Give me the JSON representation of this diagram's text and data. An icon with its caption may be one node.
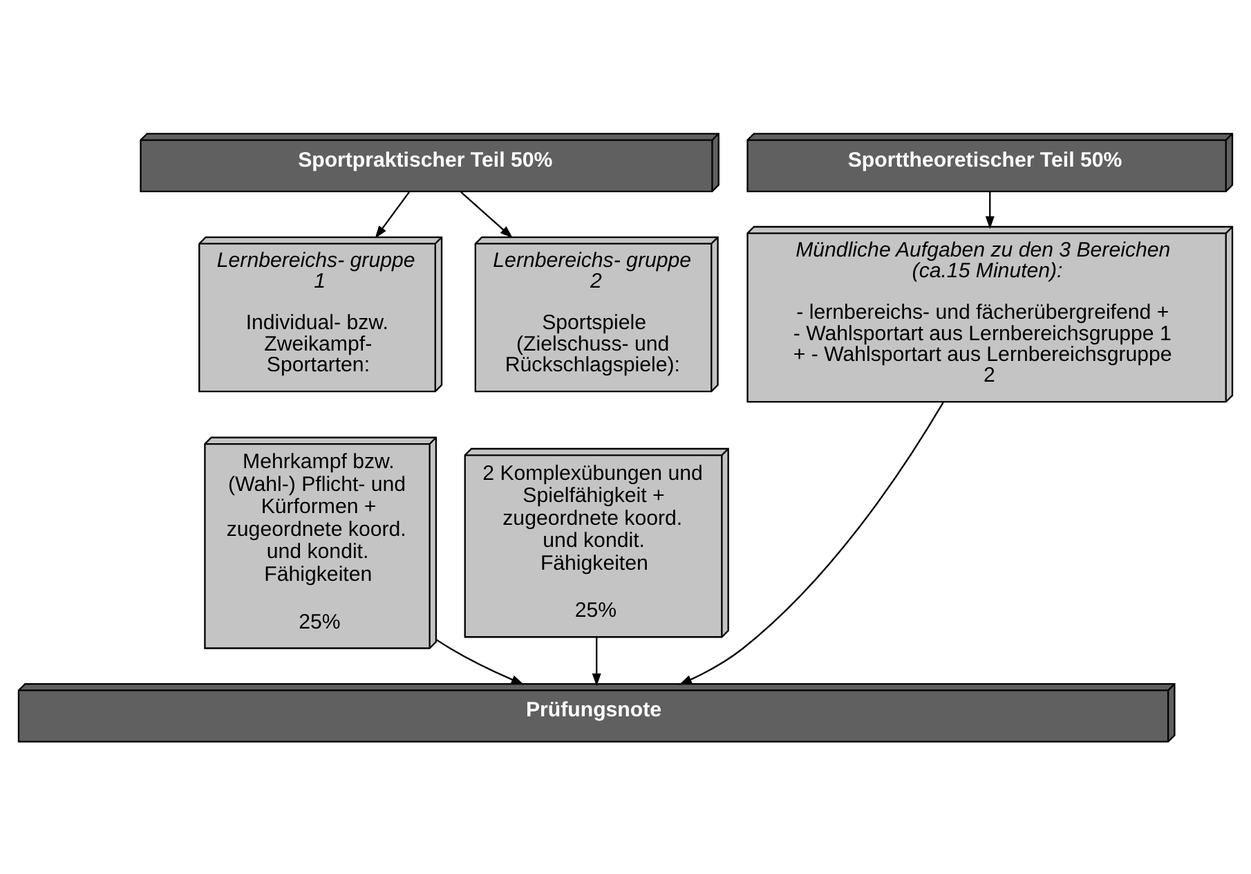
{
  "diagram": {
    "nodes": [
      {
        "text": [
          "Sportpraktischer Teil 50%"
        ]
      },
      {
        "text": [
          "Sporttheoretischer Teil 50%"
        ]
      },
      {
        "text": [
          "Lernbereichs- gruppe 1",
          "Individual- bzw. Zweikampf- Sportarten:"
        ]
      },
      {
        "text": [
          "Lernbereichs- gruppe 2",
          "Sportspiele (Zielschuss- und Rückschlagspiele):"
        ]
      },
      {
        "text": [
          "Mündliche Aufgaben zu den 3 Bereichen (ca.15 Minuten):",
          "- lernbereichs- und fächerübergreifend + - Wahlsportart aus Lernbereichsgruppe 1 + - Wahlsportart aus Lernbereichsgruppe 2"
        ]
      },
      {
        "text": [
          "Mehrkampf bzw. (Wahl-) Pflicht- und Kürformen + zugeordnete koord. und kondit. Fähigkeiten",
          "25%"
        ]
      },
      {
        "text": [
          "2 Komplexübungen und Spielfähigkeit + zugeordnete koord. und kondit. Fähigkeiten",
          "25%"
        ]
      },
      {
        "text": [
          "Prüfungsnote"
        ]
      }
    ],
    "edges": [
      {
        "from": 0,
        "to": 2,
        "arrow": "to"
      },
      {
        "from": 0,
        "to": 3,
        "arrow": "to"
      },
      {
        "from": 1,
        "to": 4,
        "arrow": "to"
      },
      {
        "from": 5,
        "to": 7,
        "arrow": "to"
      },
      {
        "from": 6,
        "to": 7,
        "arrow": "to"
      },
      {
        "from": 4,
        "to": 7,
        "arrow": "to"
      }
    ]
  }
}
